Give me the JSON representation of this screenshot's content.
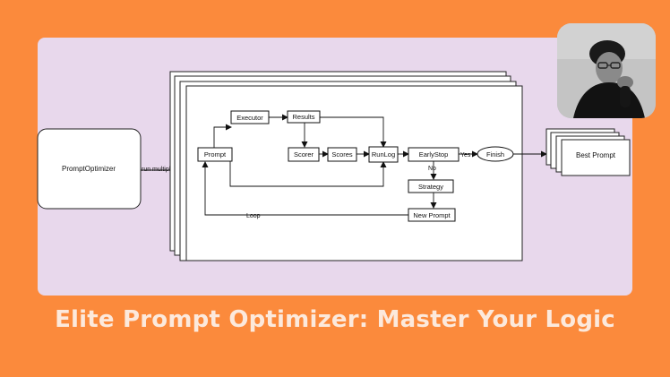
{
  "colors": {
    "background": "#fb8a3c",
    "panel": "#e8d8ec",
    "caption": "#fce9dc"
  },
  "diagram": {
    "prompt_optimizer": "PromptOptimizer",
    "run_multiple": "run multiple",
    "executor": "Executor",
    "results": "Results",
    "prompt": "Prompt",
    "scorer": "Scorer",
    "scores": "Scores",
    "runlog": "RunLog",
    "early_stop": "EarlyStop",
    "yes": "Yes",
    "finish": "Finish",
    "no": "No",
    "strategy": "Strategy",
    "new_prompt": "New Prompt",
    "loop": "Loop",
    "best_prompt": "Best Prompt"
  },
  "avatar": {
    "icon": "person-photo-icon"
  },
  "caption": "Elite Prompt Optimizer: Master Your Logic"
}
